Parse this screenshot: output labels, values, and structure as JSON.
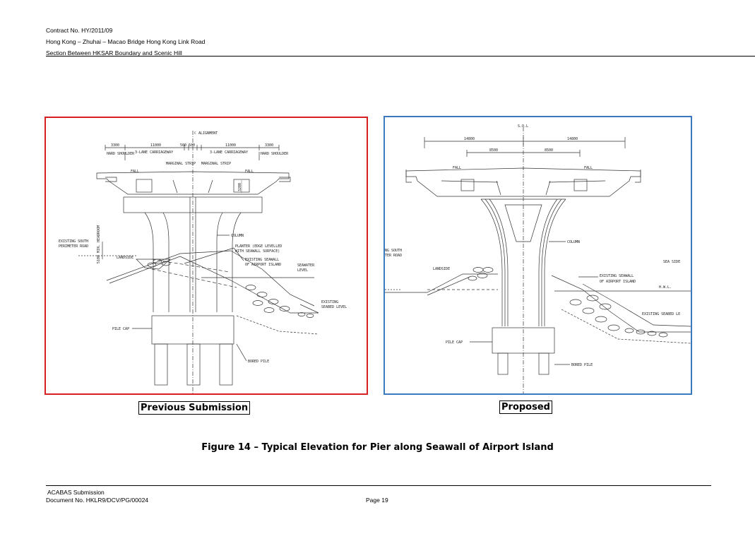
{
  "header": {
    "contract": "Contract No. HY/2011/09",
    "project": "Hong Kong – Zhuhai – Macao Bridge Hong Kong Link Road",
    "section": "Section Between HKSAR Boundary and Scenic Hill"
  },
  "panels": {
    "previous": {
      "border_color": "#d42020",
      "caption": "Previous Submission",
      "labels": {
        "alignment": "ℂ ALIGNMENT",
        "dim_3300_l": "3300",
        "dim_11000_l": "11000",
        "dim_500_l": "500",
        "dim_500_r": "500",
        "dim_11000_r": "11000",
        "dim_3300_r": "3300",
        "hard_shoulder_l": "HARD SHOULDER",
        "carriageway_l": "3-LANE CARRIAGEWAY",
        "carriageway_r": "3-LANE CARRIAGEWAY",
        "hard_shoulder_r": "HARD SHOULDER",
        "marginal_strip_l": "MARGINAL STRIP",
        "marginal_strip_r": "MARGINAL STRIP",
        "fall_l": "FALL",
        "fall_r": "FALL",
        "depth": "3200",
        "column": "COLUMN",
        "existing_south": "EXISTING SOUTH",
        "perimeter_road": "PERIMETER ROAD",
        "headroom": "5100 MIN. HEADROOM",
        "planter_1": "PLANTER (EDGE LEVELLED",
        "planter_2": "WITH SEAWALL SURFACE)",
        "existing_seawall_1": "EXISTING SEAWALL",
        "existing_seawall_2": "OF AIRPORT ISLAND",
        "landside": "LANDSIDE",
        "seawater_1": "SEAWATER",
        "seawater_2": "LEVEL",
        "existing_seabed_1": "EXISTING",
        "existing_seabed_2": "SEABED LEVEL",
        "pile_cap": "PILE CAP",
        "bored_pile": "BORED PILE"
      }
    },
    "proposed": {
      "border_color": "#3a78c0",
      "caption": "Proposed",
      "labels": {
        "sol": "S.O.L",
        "dim_14800_l": "14800",
        "dim_14800_r": "14800",
        "dim_8500_l": "8500",
        "dim_8500_r": "8500",
        "fall_l": "FALL",
        "fall_r": "FALL",
        "column": "COLUMN",
        "south_partial": "NG SOUTH",
        "road_partial": "TER ROAD",
        "landside": "LANDSIDE",
        "sea_side": "SEA SIDE",
        "existing_seawall_1": "EXISTING SEAWALL",
        "existing_seawall_2": "OF AIRPORT ISLAND",
        "hwl": "H.W.L.",
        "existing_seabed": "EXISTING SEABED LE",
        "pile_cap": "PILE CAP",
        "bored_pile": "BORED PILE"
      }
    }
  },
  "figure_caption": "Figure 14 – Typical Elevation for Pier along Seawall of Airport Island",
  "footer": {
    "submission": "ACABAS Submission",
    "document_no": "Document No. HKLR9/DCV/PG/00024",
    "page": "Page 19"
  }
}
